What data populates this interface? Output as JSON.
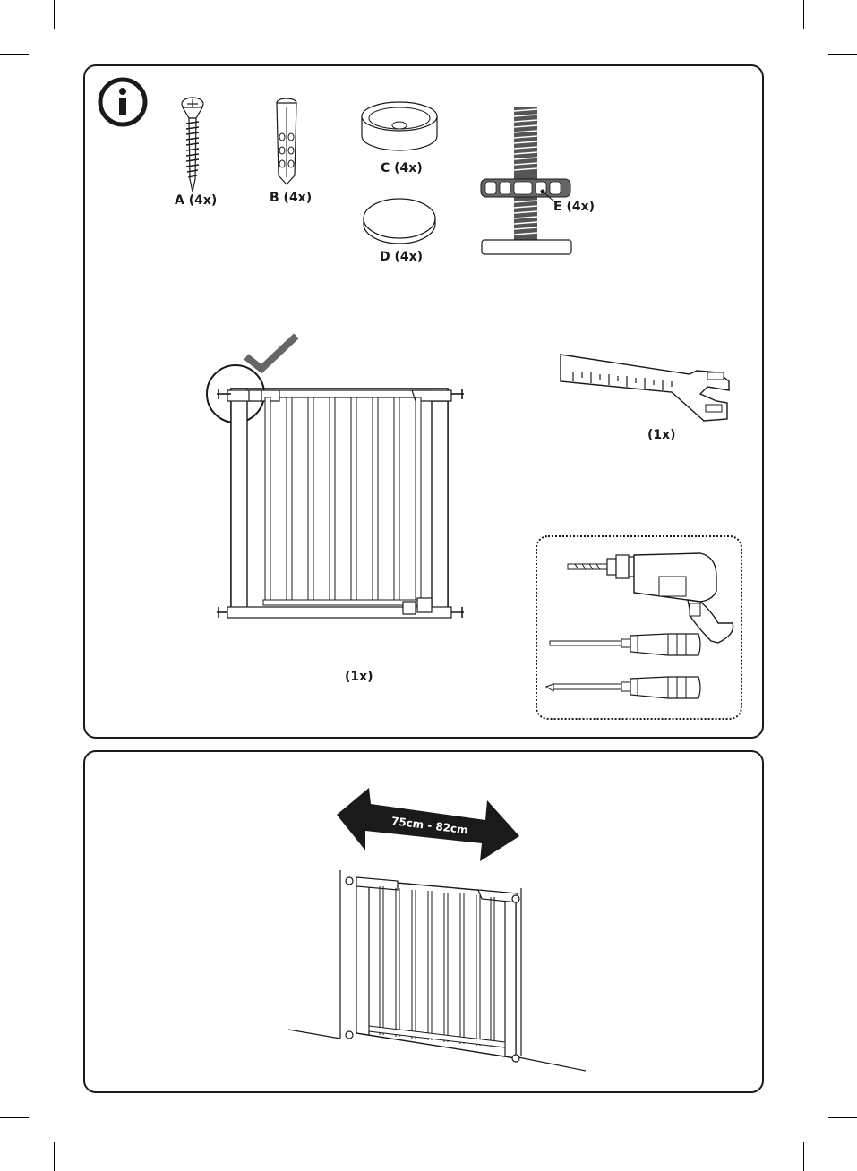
{
  "parts": {
    "a_label": "A (4x)",
    "b_label": "B (4x)",
    "c_label": "C (4x)",
    "d_label": "D (4x)",
    "e_label": "E (4x)"
  },
  "gate_qty": "(1x)",
  "wrench_qty": "(1x)",
  "width_range": "75cm - 82cm",
  "icons": [
    "info-icon",
    "checkmark-icon",
    "drill-icon",
    "flat-screwdriver-icon",
    "phillips-screwdriver-icon"
  ]
}
